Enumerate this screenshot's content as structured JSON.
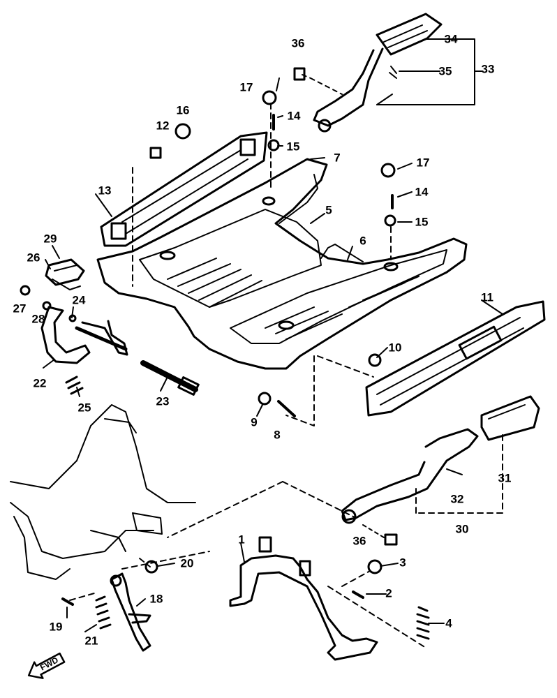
{
  "labels": {
    "p1": "1",
    "p2": "2",
    "p3": "3",
    "p4": "4",
    "p5": "5",
    "p6": "6",
    "p7": "7",
    "p8": "8",
    "p9": "9",
    "p10": "10",
    "p11": "11",
    "p12": "12",
    "p13": "13",
    "p14a": "14",
    "p14b": "14",
    "p15a": "15",
    "p15b": "15",
    "p16": "16",
    "p17a": "17",
    "p17b": "17",
    "p18": "18",
    "p19": "19",
    "p20": "20",
    "p21": "21",
    "p22": "22",
    "p23": "23",
    "p24": "24",
    "p25": "25",
    "p26": "26",
    "p27": "27",
    "p28": "28",
    "p29": "29",
    "p30": "30",
    "p31": "31",
    "p32": "32",
    "p33": "33",
    "p34": "34",
    "p35": "35",
    "p36a": "36",
    "p36b": "36"
  },
  "fwd_arrow": "FWD"
}
